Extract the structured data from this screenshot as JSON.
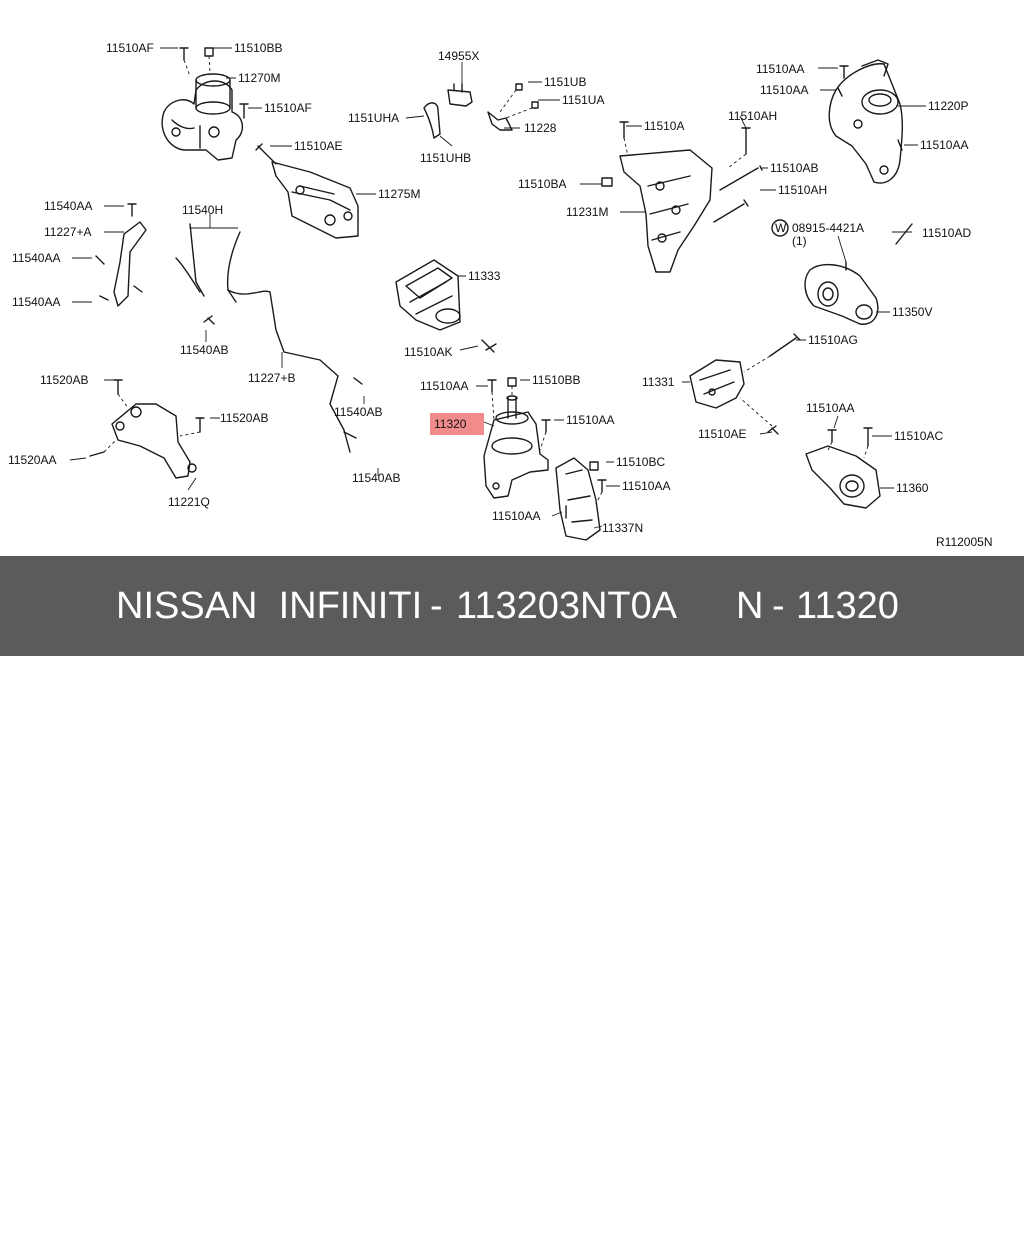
{
  "diagram": {
    "labels": [
      {
        "id": "l1",
        "text": "11510AF"
      },
      {
        "id": "l2",
        "text": "11510BB"
      },
      {
        "id": "l3",
        "text": "11270M"
      },
      {
        "id": "l4",
        "text": "11510AF"
      },
      {
        "id": "l5",
        "text": "14955X"
      },
      {
        "id": "l6",
        "text": "1151UB"
      },
      {
        "id": "l7",
        "text": "1151UA"
      },
      {
        "id": "l8",
        "text": "1151UHA"
      },
      {
        "id": "l9",
        "text": "11228"
      },
      {
        "id": "l10",
        "text": "1151UHB"
      },
      {
        "id": "l11",
        "text": "11510AA"
      },
      {
        "id": "l12",
        "text": "11510AA"
      },
      {
        "id": "l13",
        "text": "11220P"
      },
      {
        "id": "l14",
        "text": "11510AA"
      },
      {
        "id": "l15",
        "text": "11510AE"
      },
      {
        "id": "l16",
        "text": "11275M"
      },
      {
        "id": "l17",
        "text": "11510A"
      },
      {
        "id": "l18",
        "text": "11510AH"
      },
      {
        "id": "l19",
        "text": "11510AB"
      },
      {
        "id": "l20",
        "text": "11510BA"
      },
      {
        "id": "l21",
        "text": "11510AH"
      },
      {
        "id": "l22",
        "text": "11231M"
      },
      {
        "id": "l23",
        "text": "11540AA"
      },
      {
        "id": "l24",
        "text": "11540H"
      },
      {
        "id": "l25",
        "text": "11227+A"
      },
      {
        "id": "l26",
        "text": "11540AA"
      },
      {
        "id": "l27",
        "text": "11540AA"
      },
      {
        "id": "l28",
        "text": "08915-4421A"
      },
      {
        "id": "l29",
        "text": "(1)"
      },
      {
        "id": "l30",
        "text": "11510AD"
      },
      {
        "id": "l31",
        "text": "11333"
      },
      {
        "id": "l32",
        "text": "11350V"
      },
      {
        "id": "l33",
        "text": "11510AK"
      },
      {
        "id": "l34",
        "text": "11540AB"
      },
      {
        "id": "l35",
        "text": "11510AG"
      },
      {
        "id": "l36",
        "text": "11227+B"
      },
      {
        "id": "l37",
        "text": "11520AB"
      },
      {
        "id": "l38",
        "text": "11510AA"
      },
      {
        "id": "l39",
        "text": "11510BB"
      },
      {
        "id": "l40",
        "text": "11331"
      },
      {
        "id": "l41",
        "text": "11540AB"
      },
      {
        "id": "l42",
        "text": "11520AB"
      },
      {
        "id": "l43",
        "text": "11320"
      },
      {
        "id": "l44",
        "text": "11510AA"
      },
      {
        "id": "l45",
        "text": "11510AE"
      },
      {
        "id": "l46",
        "text": "11510AA"
      },
      {
        "id": "l47",
        "text": "11510AC"
      },
      {
        "id": "l48",
        "text": "11520AA"
      },
      {
        "id": "l49",
        "text": "11510BC"
      },
      {
        "id": "l50",
        "text": "11540AB"
      },
      {
        "id": "l51",
        "text": "11360"
      },
      {
        "id": "l52",
        "text": "11510AA"
      },
      {
        "id": "l53",
        "text": "11221Q"
      },
      {
        "id": "l54",
        "text": "11510AA"
      },
      {
        "id": "l55",
        "text": "11337N"
      },
      {
        "id": "l56",
        "text": "R112005N"
      }
    ],
    "washer_symbol": "W",
    "icons": {
      "washer": "washer-circle-icon"
    },
    "highlight_color": "#f28b8b"
  },
  "footer": {
    "brand": "NISSAN  INFINITI",
    "separator": "-",
    "part_number": "113203NT0A",
    "prefix": "N",
    "separator2": "-",
    "short_number": "11320"
  }
}
